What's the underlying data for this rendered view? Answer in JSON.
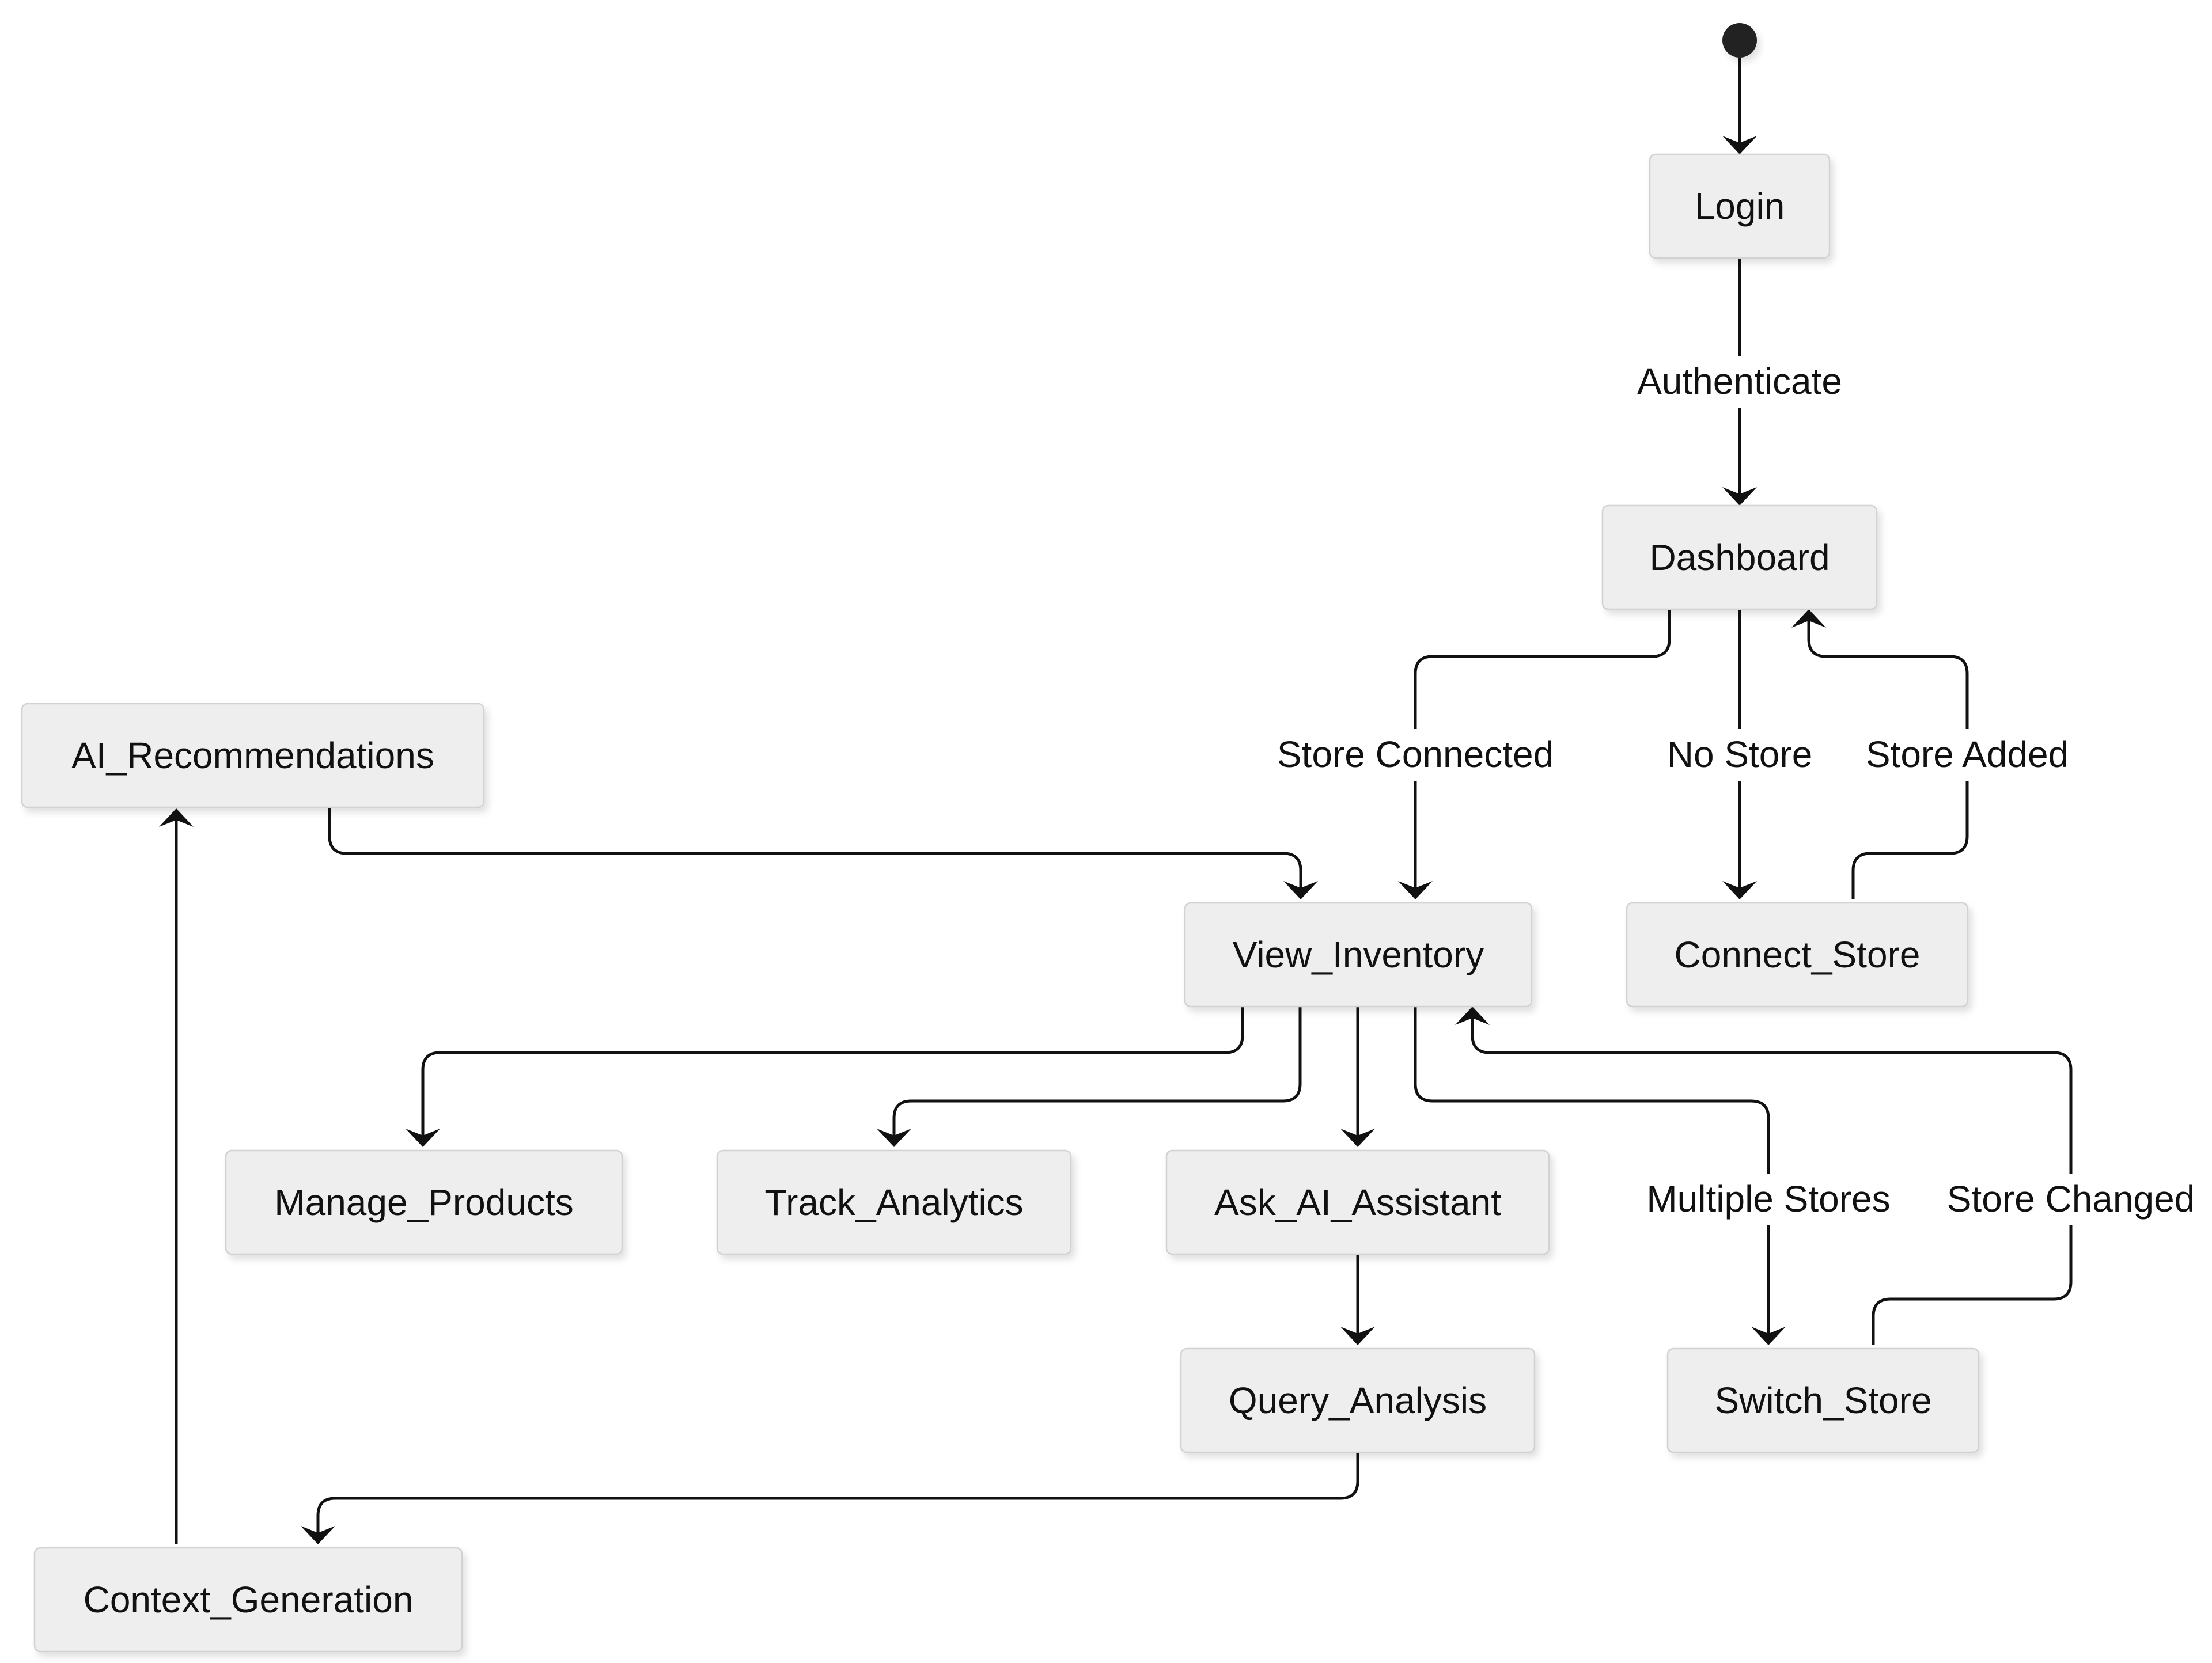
{
  "diagram": {
    "states": {
      "login": "Login",
      "dashboard": "Dashboard",
      "ai_recommendations": "AI_Recommendations",
      "view_inventory": "View_Inventory",
      "connect_store": "Connect_Store",
      "manage_products": "Manage_Products",
      "track_analytics": "Track_Analytics",
      "ask_ai_assistant": "Ask_AI_Assistant",
      "query_analysis": "Query_Analysis",
      "switch_store": "Switch_Store",
      "context_generation": "Context_Generation"
    },
    "transitions": {
      "authenticate": "Authenticate",
      "store_connected": "Store Connected",
      "no_store": "No Store",
      "store_added": "Store Added",
      "multiple_stores": "Multiple Stores",
      "store_changed": "Store Changed"
    },
    "colors": {
      "node_fill": "#eeeeee",
      "node_border": "#d2d2d2",
      "edge": "#111111",
      "initial_dot": "#222222"
    }
  }
}
